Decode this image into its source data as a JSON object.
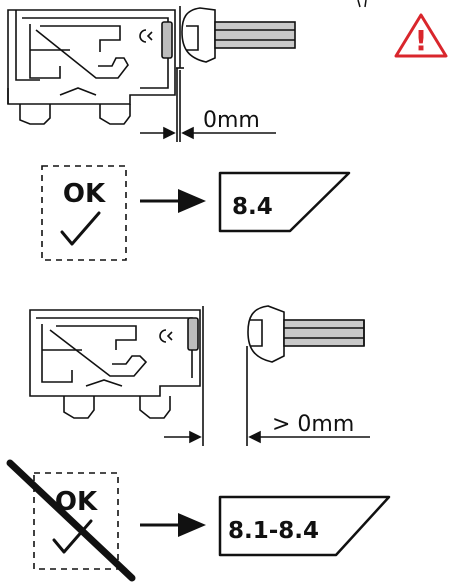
{
  "warning_icon": {
    "name": "warning-triangle-icon",
    "color": "#d9262c",
    "symbol": "!"
  },
  "scenario_1": {
    "gap_label": "0mm",
    "check_label": "OK",
    "check_mark": "check-mark-icon",
    "reference": "8.4"
  },
  "scenario_2": {
    "gap_label": "> 0mm",
    "check_label": "OK",
    "check_mark": "check-mark-icon",
    "crossed_out": true,
    "reference": "8.1-8.4"
  },
  "colors": {
    "line": "#111111",
    "glass": "#c9c9c9",
    "warning": "#d9262c"
  }
}
